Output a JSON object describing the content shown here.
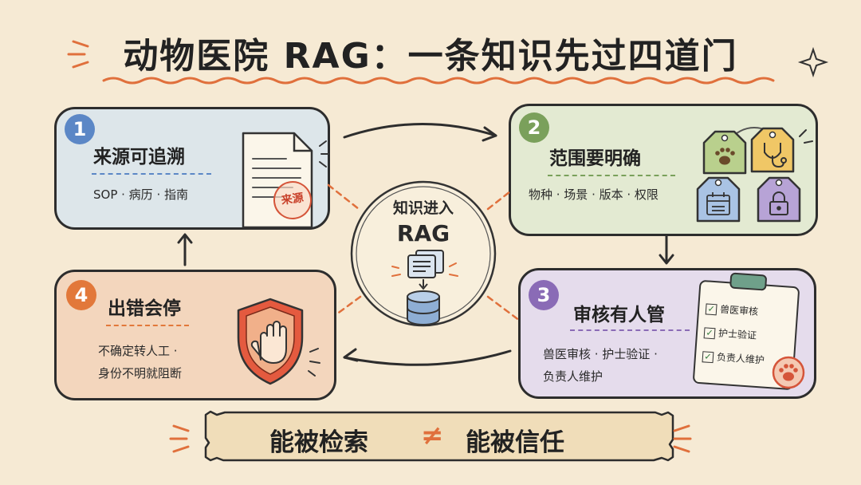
{
  "title": "动物医院 RAG：一条知识先过四道门",
  "center": {
    "line1": "知识进入",
    "line2": "RAG"
  },
  "steps": [
    {
      "number": "1",
      "title": "来源可追溯",
      "body": "SOP · 病历 · 指南",
      "stamp": "来源",
      "color": "#5b87c6"
    },
    {
      "number": "2",
      "title": "范围要明确",
      "body": "物种 · 场景 · 版本 · 权限",
      "color": "#7aa05b"
    },
    {
      "number": "3",
      "title": "审核有人管",
      "body_line1": "兽医审核 · 护士验证 ·",
      "body_line2": "负责人维护",
      "checklist": [
        "兽医审核",
        "护士验证",
        "负责人维护"
      ],
      "color": "#8a6bb6"
    },
    {
      "number": "4",
      "title": "出错会停",
      "body_line1": "不确定转人工 ·",
      "body_line2": "身份不明就阻断",
      "color": "#e2783a"
    }
  ],
  "banner": {
    "left": "能被检索",
    "symbol": "≠",
    "right": "能被信任"
  },
  "colors": {
    "background": "#f6ead4",
    "accent": "#e0703c"
  }
}
